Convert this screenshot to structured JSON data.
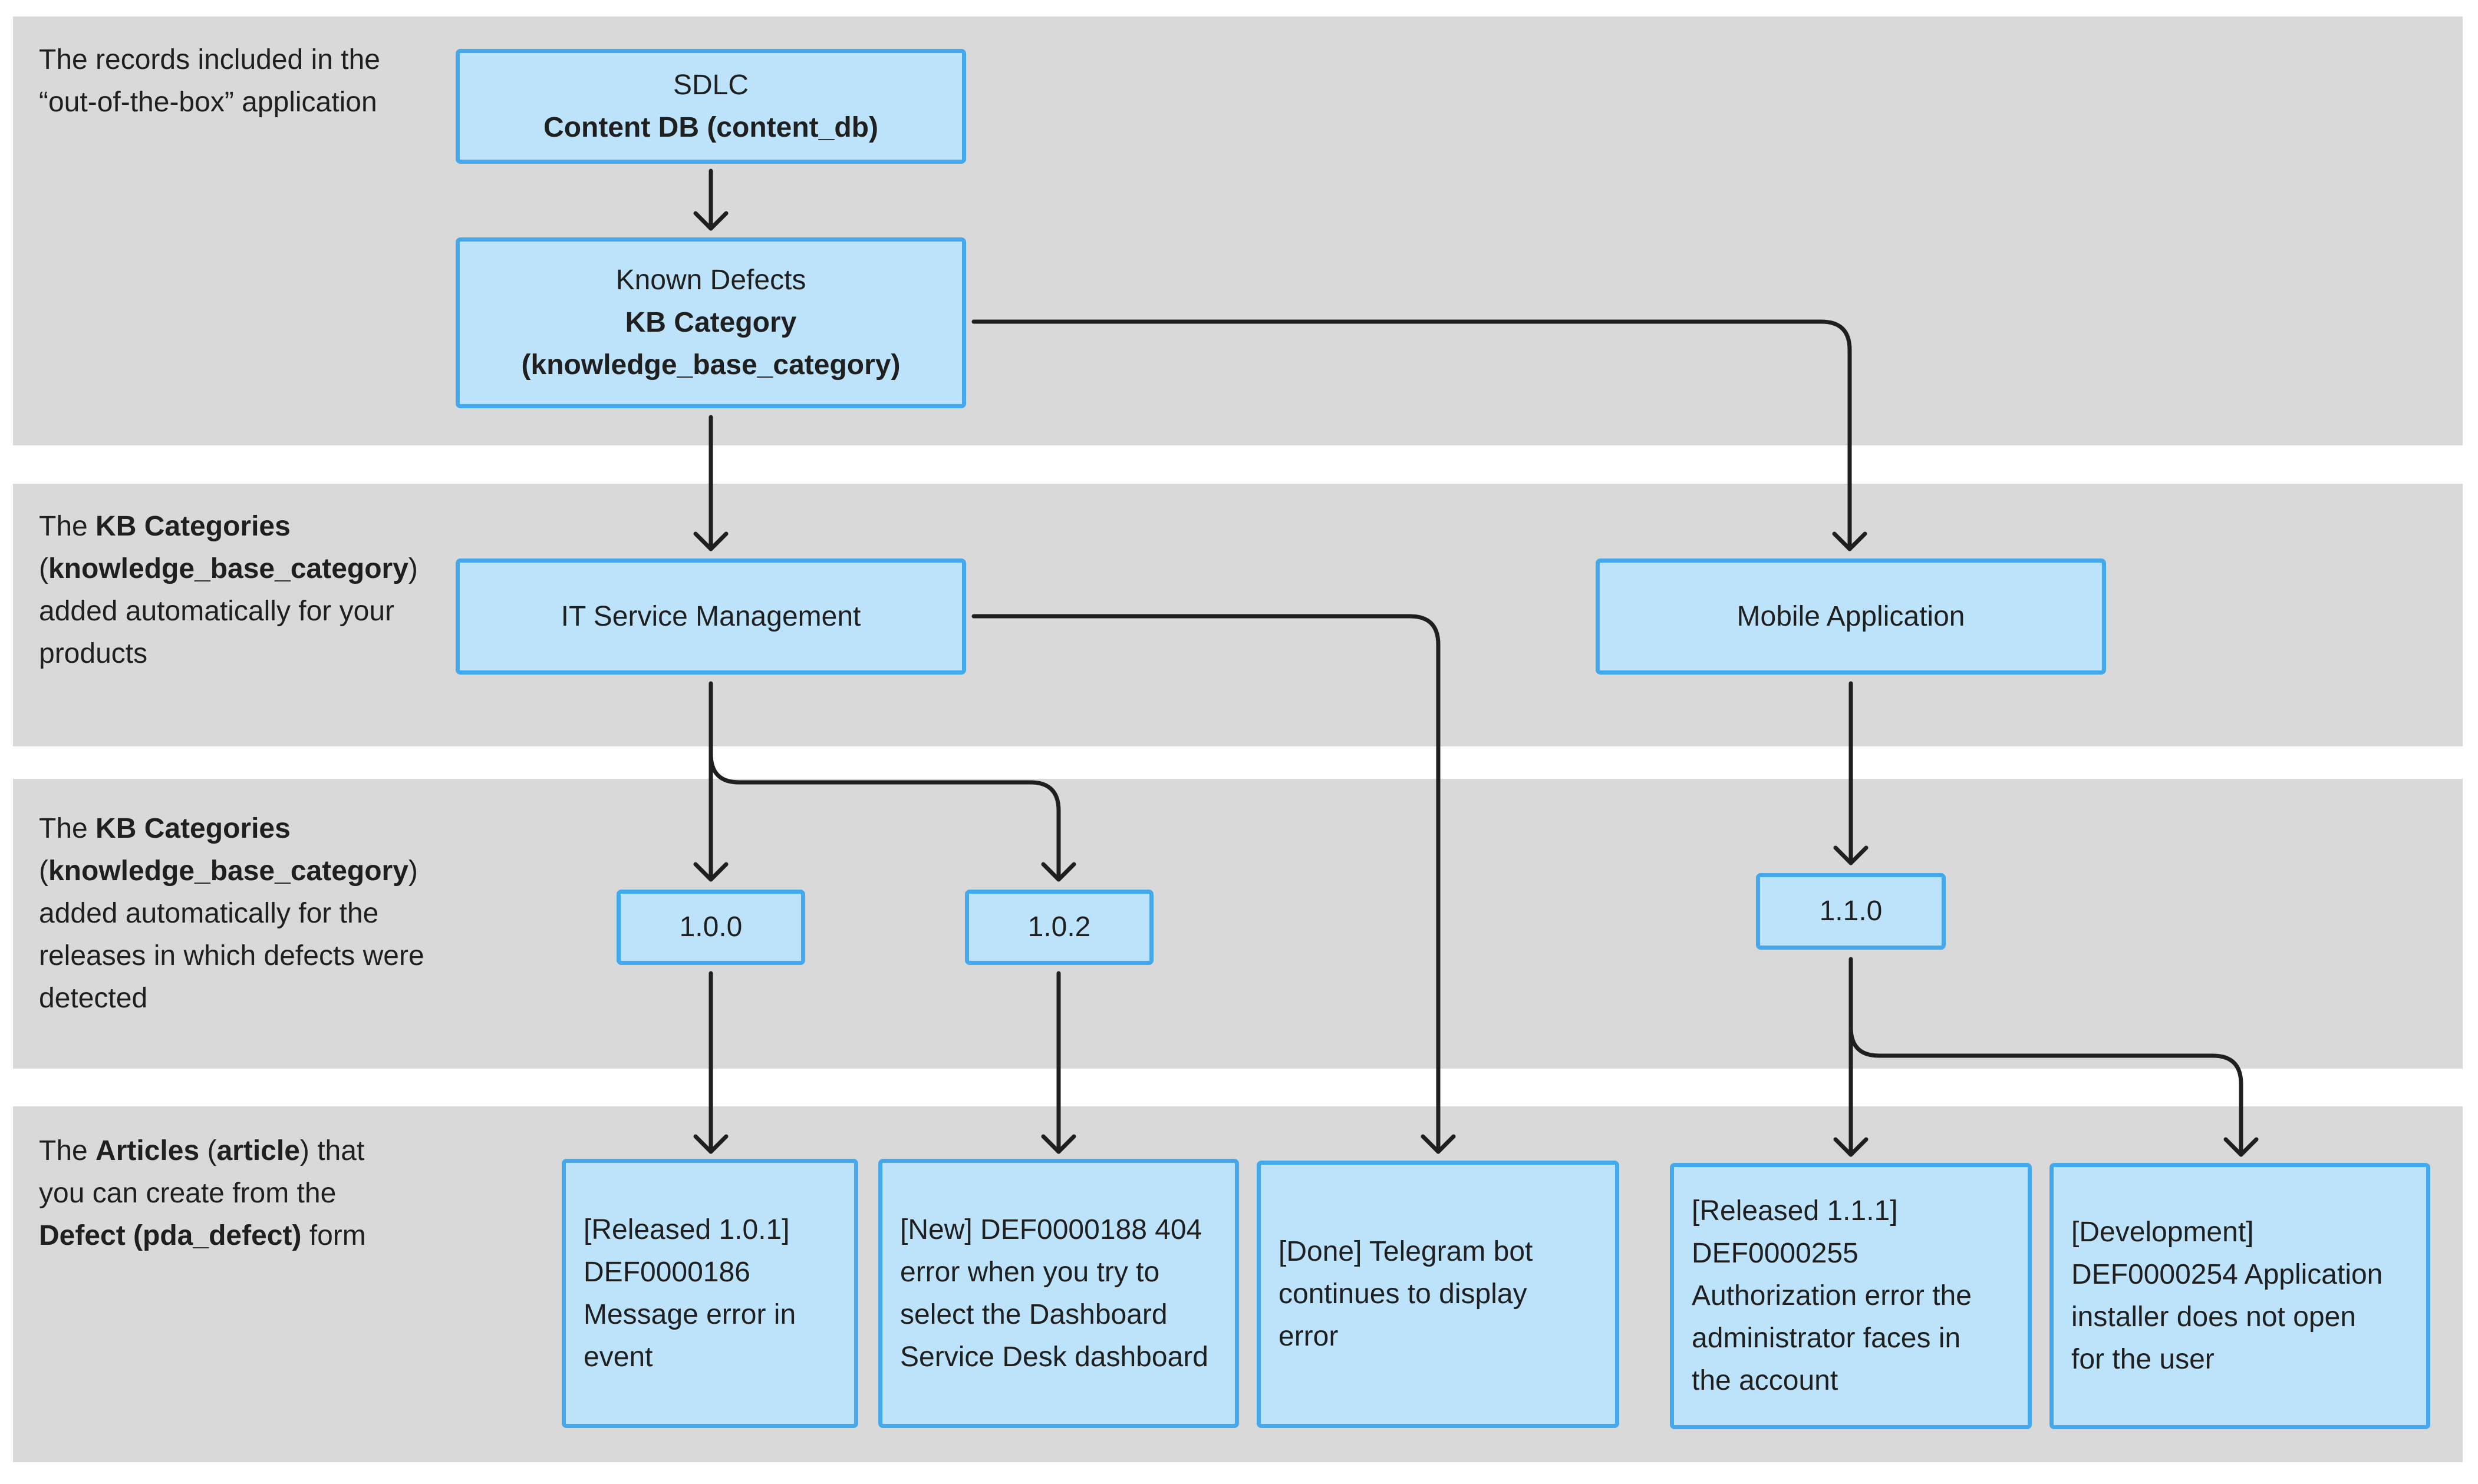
{
  "bands": [
    {
      "id": "records",
      "label_parts": [
        {
          "text": "The records included in the",
          "bold": false
        },
        {
          "br": true
        },
        {
          "text": "“out-of-the-box” application",
          "bold": false
        }
      ]
    },
    {
      "id": "product-categories",
      "label_parts": [
        {
          "text": "The ",
          "bold": false
        },
        {
          "text": "KB Categories",
          "bold": true
        },
        {
          "br": true
        },
        {
          "text": "(",
          "bold": false
        },
        {
          "text": "knowledge_base_category",
          "bold": true
        },
        {
          "text": ")",
          "bold": false
        },
        {
          "br": true
        },
        {
          "text": "added automatically for your",
          "bold": false
        },
        {
          "br": true
        },
        {
          "text": "products",
          "bold": false
        }
      ]
    },
    {
      "id": "release-categories",
      "label_parts": [
        {
          "text": "The ",
          "bold": false
        },
        {
          "text": "KB Categories",
          "bold": true
        },
        {
          "br": true
        },
        {
          "text": "(",
          "bold": false
        },
        {
          "text": "knowledge_base_category",
          "bold": true
        },
        {
          "text": ")",
          "bold": false
        },
        {
          "br": true
        },
        {
          "text": "added automatically for the",
          "bold": false
        },
        {
          "br": true
        },
        {
          "text": "releases in which defects were",
          "bold": false
        },
        {
          "br": true
        },
        {
          "text": "detected",
          "bold": false
        }
      ]
    },
    {
      "id": "articles",
      "label_parts": [
        {
          "text": "The ",
          "bold": false
        },
        {
          "text": "Articles",
          "bold": true
        },
        {
          "text": " (",
          "bold": false
        },
        {
          "text": "article",
          "bold": true
        },
        {
          "text": ") that",
          "bold": false
        },
        {
          "br": true
        },
        {
          "text": "you can create from the",
          "bold": false
        },
        {
          "br": true
        },
        {
          "text": "Defect (pda_defect)",
          "bold": true
        },
        {
          "text": " form",
          "bold": false
        }
      ]
    }
  ],
  "nodes": {
    "sdlc": {
      "line1": "SDLC",
      "line2": "Content DB (content_db)"
    },
    "known_defects": {
      "line1": "Known Defects",
      "line2": "KB Category",
      "line3": "(knowledge_base_category)"
    },
    "itsm": {
      "label": "IT Service Management"
    },
    "mobile": {
      "label": "Mobile Application"
    },
    "v100": {
      "label": "1.0.0"
    },
    "v102": {
      "label": "1.0.2"
    },
    "v110": {
      "label": "1.1.0"
    },
    "art1": {
      "lines": [
        "[Released 1.0.1]",
        "DEF0000186",
        "Message error in",
        "event"
      ]
    },
    "art2": {
      "lines": [
        "[New] DEF0000188 404",
        "error when you try to",
        "select the Dashboard",
        "Service Desk dashboard"
      ]
    },
    "art3": {
      "lines": [
        "[Done] Telegram bot",
        "continues to display",
        "error"
      ]
    },
    "art4": {
      "lines": [
        "[Released 1.1.1]",
        "DEF0000255",
        "Authorization error the",
        "administrator faces in",
        "the account"
      ]
    },
    "art5": {
      "lines": [
        "[Development]",
        "DEF0000254 Application",
        "installer does not open",
        "for the user"
      ]
    }
  },
  "colors": {
    "band": "#d9d9d9",
    "node_fill": "#bde3fb",
    "node_border": "#43a8ec",
    "arrow": "#1f1f1f"
  }
}
